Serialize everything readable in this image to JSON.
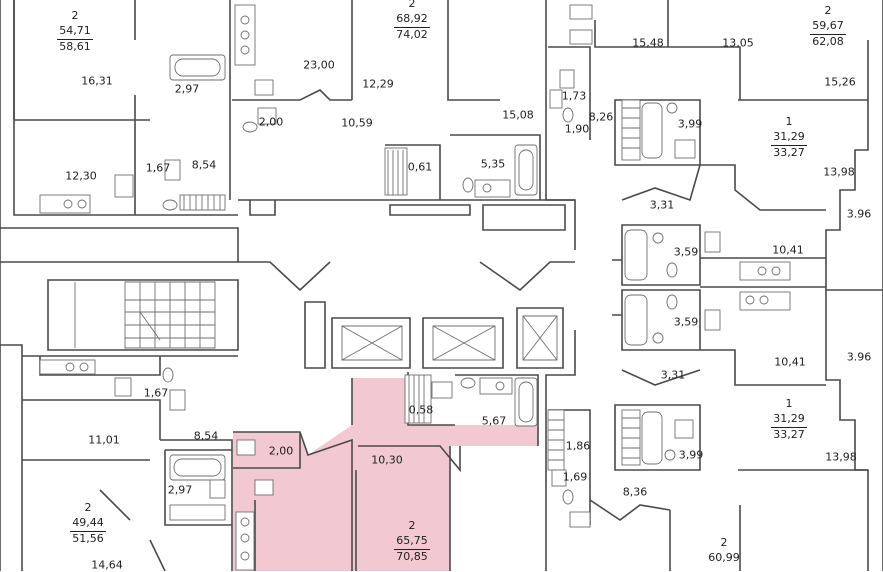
{
  "colors": {
    "highlight": "#f2c9d3",
    "wall": "#4a4a4a",
    "fixture": "#6f6f6f"
  },
  "apartments": [
    {
      "id": "apt-1",
      "rooms": "2",
      "living": "54,71",
      "total": "58,61"
    },
    {
      "id": "apt-2",
      "rooms": "2",
      "living": "68,92",
      "total": "74,02"
    },
    {
      "id": "apt-3",
      "rooms": "2",
      "living": "59,67",
      "total": "62,08"
    },
    {
      "id": "apt-4",
      "rooms": "1",
      "living": "31,29",
      "total": "33,27"
    },
    {
      "id": "apt-5",
      "rooms": "1",
      "living": "31,29",
      "total": "33,27"
    },
    {
      "id": "apt-6",
      "rooms": "2",
      "living": "49,44",
      "total": "51,56"
    },
    {
      "id": "apt-7",
      "rooms": "2",
      "living": "65,75",
      "total": "70,85"
    },
    {
      "id": "apt-8",
      "rooms": "2",
      "living": "60,99",
      "total": ""
    }
  ],
  "areas": [
    "16,31",
    "2,97",
    "23,00",
    "12,29",
    "10,59",
    "2,00",
    "15,08",
    "15,48",
    "13,05",
    "15,26",
    "1,73",
    "8,26",
    "1,90",
    "3,99",
    "12,30",
    "1,67",
    "8,54",
    "0,61",
    "5,35",
    "13,98",
    "3,31",
    "3.96",
    "3,59",
    "10,41",
    "3,59",
    "10,41",
    "3.96",
    "3,31",
    "1,67",
    "0,58",
    "5,67",
    "11,01",
    "8,54",
    "2,00",
    "10,30",
    "1,86",
    "3,99",
    "13,98",
    "1,69",
    "2,97",
    "8,36",
    "14,64"
  ]
}
